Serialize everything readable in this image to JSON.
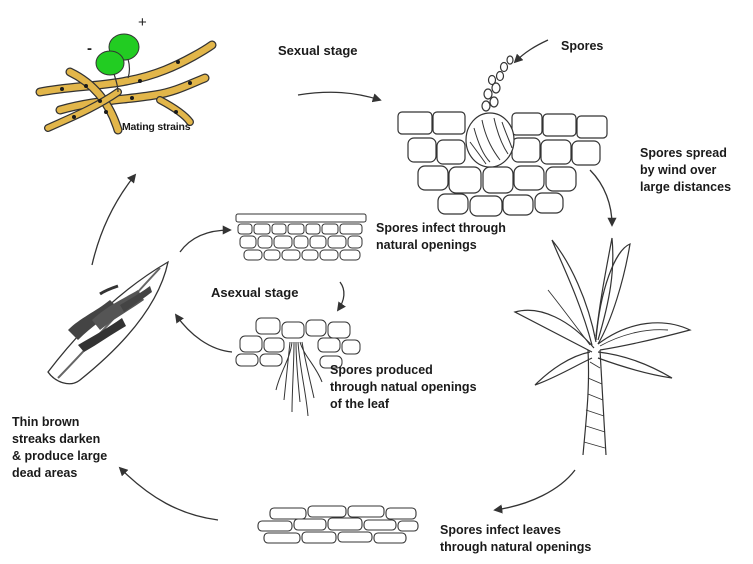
{
  "labels": {
    "sexual_stage": "Sexual stage",
    "spores": "Spores",
    "mating_strains": "Mating strains",
    "spores_spread": [
      "Spores spread",
      "by wind over",
      "large distances"
    ],
    "spores_infect_openings": [
      "Spores infect through",
      "natural openings"
    ],
    "asexual_stage": "Asexual stage",
    "spores_produced": [
      "Spores produced",
      "through natual openings",
      "of the leaf"
    ],
    "thin_brown": [
      "Thin brown",
      "streaks darken",
      "& produce large",
      "dead areas"
    ],
    "spores_infect_leaves": [
      "Spores infect leaves",
      "through natural openings"
    ],
    "plus_sign": "+",
    "minus_sign": "-"
  },
  "colors": {
    "line": "#333333",
    "spore_green": "#22cc22",
    "hypha_fill": "#e2b64a",
    "hypha_dot": "#1a1a1a",
    "lesion": "#333333"
  }
}
